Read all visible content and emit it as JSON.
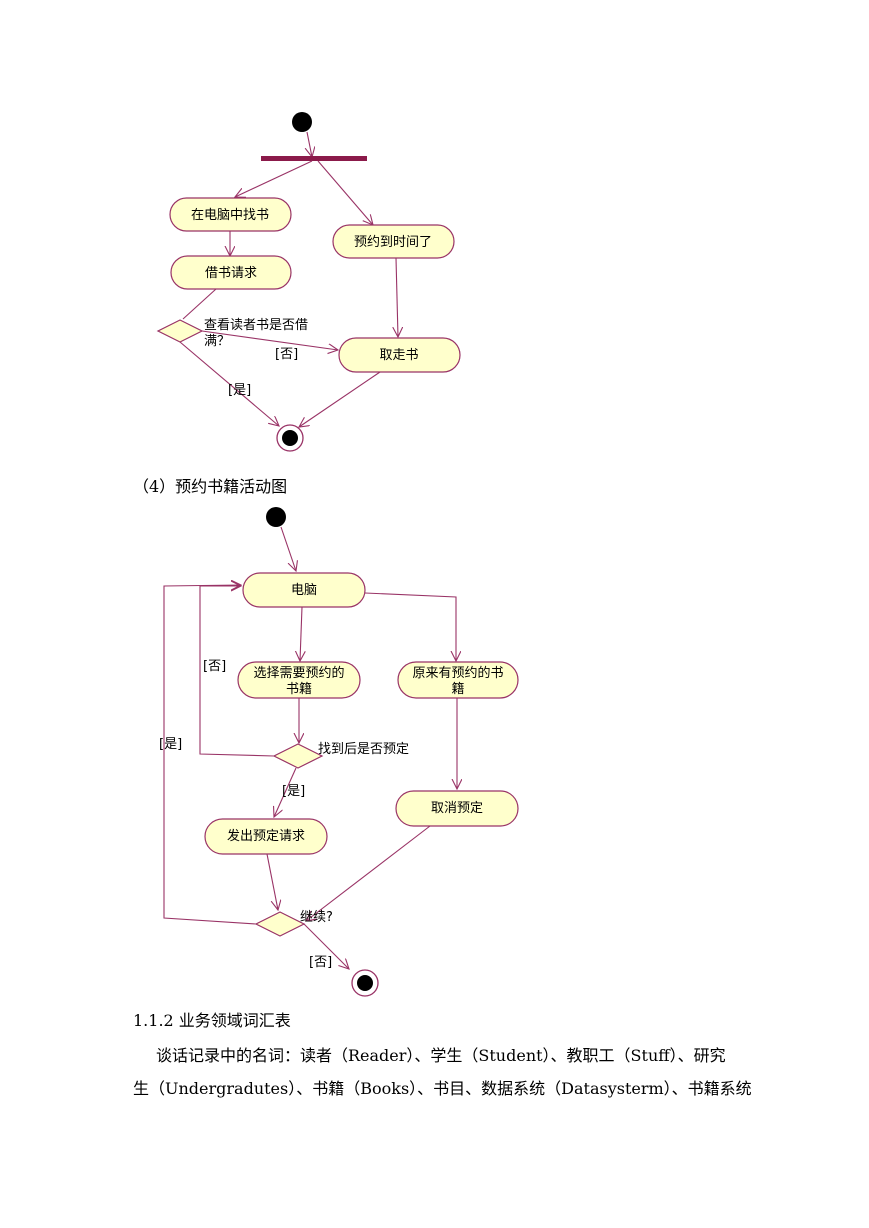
{
  "diagram1": {
    "nodes": {
      "find_book": "在电脑中找书",
      "borrow_request": "借书请求",
      "reserved_time": "预约到时间了",
      "take_book": "取走书"
    },
    "decision_label_line1": "查看读者书是否借",
    "decision_label_line2": "满？",
    "guard_no": "[否]",
    "guard_yes": "[是]"
  },
  "caption": "（4）预约书籍活动图",
  "diagram2": {
    "nodes": {
      "computer": "电脑",
      "choose_line1": "选择需要预约的",
      "choose_line2": "书籍",
      "existing_line1": "原来有预约的书",
      "existing_line2": "籍",
      "send_request": "发出预定请求",
      "cancel": "取消预定"
    },
    "decision_found": "找到后是否预定",
    "decision_continue": "继续?",
    "guard_no_left": "[否]",
    "guard_yes_left": "[是]",
    "guard_yes_found": "[是]",
    "guard_no_end": "[否]"
  },
  "section_heading": "1.1.2 业务领域词汇表",
  "paragraph_line1": "谈话记录中的名词：读者（Reader）、学生（Student）、教职工（Stuff）、研究",
  "paragraph_line2": "生（Undergradutes）、书籍（Books）、书目、数据系统（Datasysterm）、书籍系统",
  "colors": {
    "node_fill": "#ffffcc",
    "node_stroke": "#993366",
    "bar": "#8b1a4a"
  }
}
